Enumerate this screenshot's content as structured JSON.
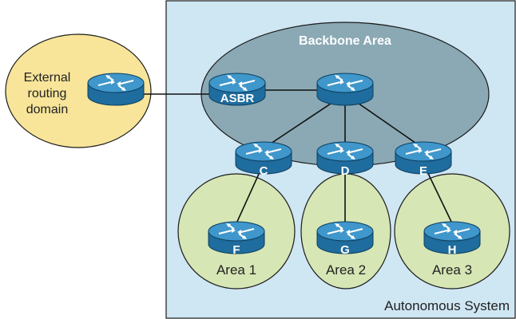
{
  "diagram": {
    "autonomous_system_label": "Autonomous System",
    "backbone_label": "Backbone Area",
    "external": {
      "line1": "External",
      "line2": "routing",
      "line3": "domain"
    },
    "routers": {
      "asbr": "ASBR",
      "core": "",
      "c": "C",
      "d": "D",
      "e": "E",
      "f": "F",
      "g": "G",
      "h": "H"
    },
    "areas": {
      "area1": "Area 1",
      "area2": "Area 2",
      "area3": "Area 3"
    },
    "colors": {
      "as_fill": "#cfe6f3",
      "backbone_fill": "#8aa9b4",
      "area_fill": "#d6e6b5",
      "external_fill": "#f8e59a",
      "router_top": "#3e95c9",
      "router_side": "#1f6c9e"
    }
  }
}
